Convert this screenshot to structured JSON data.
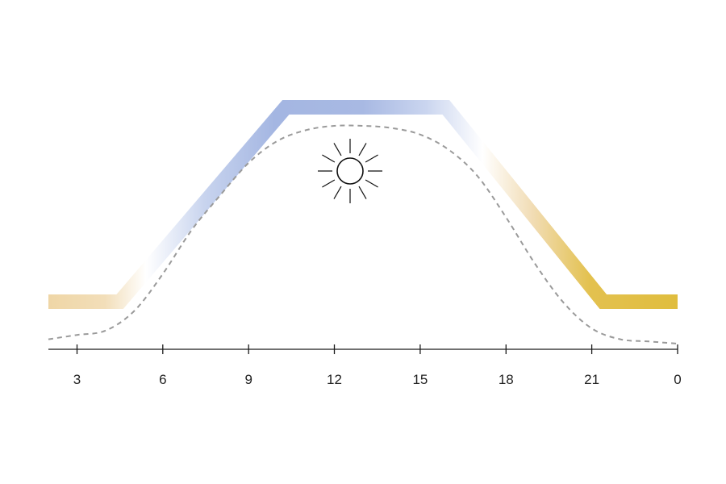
{
  "chart_data": {
    "type": "line",
    "x_ticks": [
      "3",
      "6",
      "9",
      "12",
      "15",
      "18",
      "21",
      "0"
    ],
    "series": [
      {
        "style": "color-temperature band",
        "x": [
          2,
          4.5,
          10.3,
          15.9,
          21.4,
          24
        ],
        "y": [
          0.0,
          0.0,
          1.0,
          1.0,
          0.0,
          0.0
        ]
      },
      {
        "style": "dashed daylight curve",
        "color": "#9a9a9a",
        "x": [
          2,
          3,
          4,
          5,
          6,
          7,
          8,
          9,
          10,
          11,
          12,
          13,
          14,
          15,
          16,
          17,
          18,
          19,
          20,
          21,
          22,
          23,
          24
        ],
        "y": [
          0.02,
          0.04,
          0.06,
          0.15,
          0.32,
          0.52,
          0.68,
          0.83,
          0.93,
          0.98,
          1.0,
          1.0,
          0.99,
          0.96,
          0.89,
          0.77,
          0.58,
          0.37,
          0.19,
          0.07,
          0.02,
          0.01,
          0.0
        ]
      }
    ],
    "colors": {
      "warm": "#e2be4c",
      "cool": "#a2b4e0",
      "neutral": "#ffffff",
      "axis": "#1a1a1a",
      "dashed": "#9a9a9a"
    },
    "icon": "sun-icon"
  }
}
